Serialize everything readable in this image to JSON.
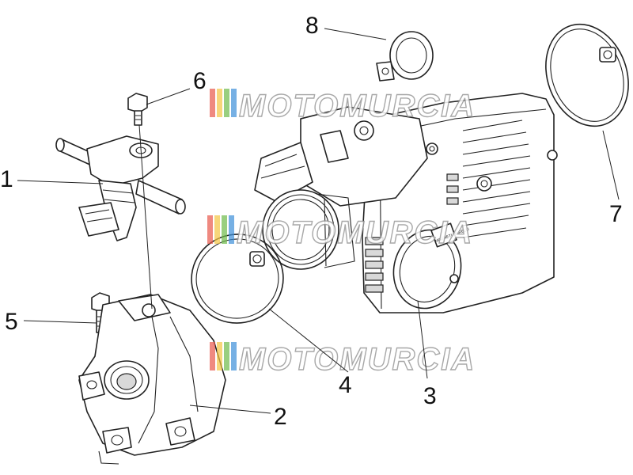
{
  "diagram": {
    "callouts": [
      {
        "id": "1",
        "label": "1"
      },
      {
        "id": "2",
        "label": "2"
      },
      {
        "id": "3",
        "label": "3"
      },
      {
        "id": "4",
        "label": "4"
      },
      {
        "id": "5",
        "label": "5"
      },
      {
        "id": "6",
        "label": "6"
      },
      {
        "id": "7",
        "label": "7"
      },
      {
        "id": "8",
        "label": "8"
      }
    ],
    "watermark": {
      "text": "MOTOMURCIA",
      "colors": [
        "#e8574a",
        "#f4c542",
        "#6dbb4a",
        "#3c8fd8"
      ]
    },
    "throttle_body_logo": "MAGNETI MARELLI"
  }
}
